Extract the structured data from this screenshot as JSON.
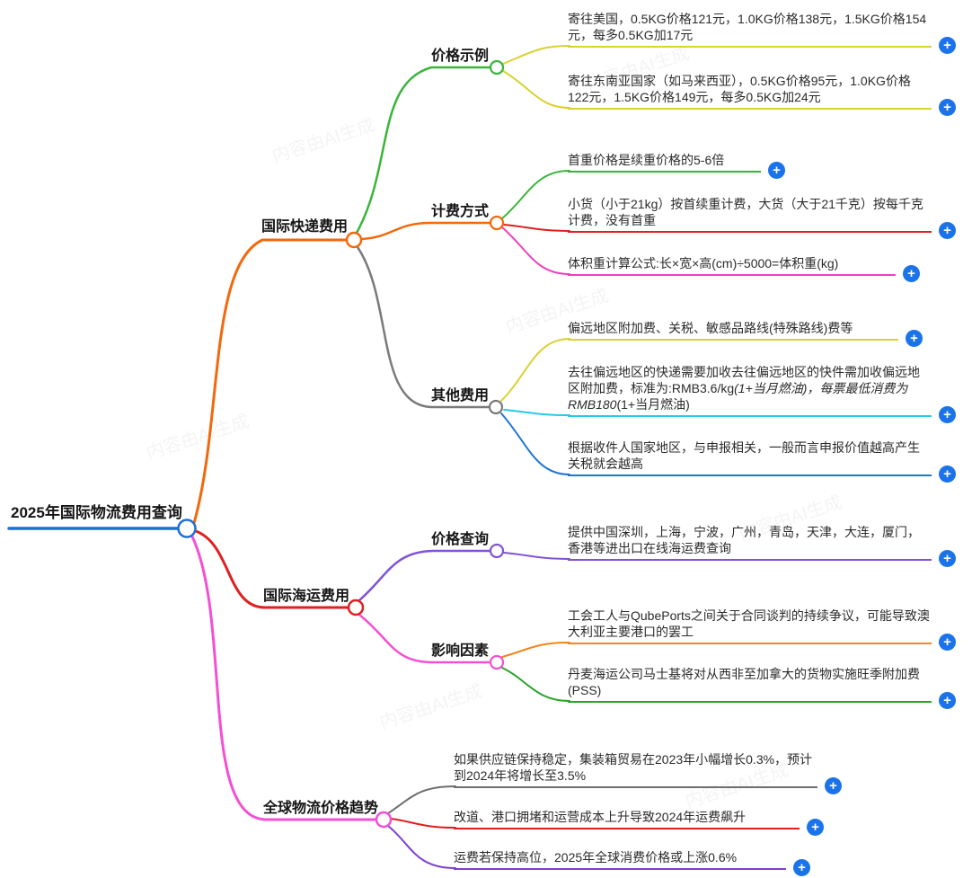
{
  "ui": {
    "plus_glyph": "+",
    "plus_color": "#1a73e8",
    "watermark_text": "内容由AI生成",
    "background": "#ffffff"
  },
  "root": {
    "label": "2025年国际物流费用查询",
    "color": "#1e6fd6"
  },
  "branches": [
    {
      "label": "国际快递费用",
      "color": "#f2680c",
      "children": [
        {
          "label": "价格示例",
          "color": "#3ab53a",
          "leaves": [
            {
              "text": "寄往美国，0.5KG价格121元，1.0KG价格138元，1.5KG价格154元，每多0.5KG加17元",
              "color": "#d9d231"
            },
            {
              "text": "寄往东南亚国家（如马来西亚），0.5KG价格95元，1.0KG价格122元，1.5KG价格149元，每多0.5KG加24元",
              "color": "#d9d231"
            }
          ]
        },
        {
          "label": "计费方式",
          "color": "#f2680c",
          "leaves": [
            {
              "text": "首重价格是续重价格的5-6倍",
              "color": "#3ab53a"
            },
            {
              "text": "小货（小于21kg）按首续重计费，大货（大于21千克）按每千克计费，没有首重",
              "color": "#e01f1f"
            },
            {
              "text": "体积重计算公式:长×宽×高(cm)÷5000=体积重(kg)",
              "color": "#ee3fbe"
            }
          ]
        },
        {
          "label": "其他费用",
          "color": "#7a7a7a",
          "leaves": [
            {
              "text": "偏远地区附加费、关税、敏感品路线(特殊路线)费等",
              "color": "#d9d231"
            },
            {
              "text_pre": "去往偏远地区的快递需要加收去往偏远地区的快件需加收偏远地区附加费，标准为:RMB3.6/kg",
              "text_italic": "(1+当月燃油)，每票最低消费为RMB180",
              "text_post": "(1+当月燃油)",
              "color": "#28c9e8"
            },
            {
              "text": "根据收件人国家地区，与申报相关，一般而言申报价值越高产生关税就会越高",
              "color": "#2176d2"
            }
          ]
        }
      ]
    },
    {
      "label": "国际海运费用",
      "color": "#e01f1f",
      "children": [
        {
          "label": "价格查询",
          "color": "#8153d6",
          "leaves": [
            {
              "text": "提供中国深圳，上海，宁波，广州，青岛，天津，大连，厦门，香港等进出口在线海运费查询",
              "color": "#8153d6"
            }
          ]
        },
        {
          "label": "影响因素",
          "color": "#f44fd4",
          "leaves": [
            {
              "text": "工会工人与QubePorts之间关于合同谈判的持续争议，可能导致澳大利亚主要港口的罢工",
              "color": "#f2861a"
            },
            {
              "text": "丹麦海运公司马士基将对从西非至加拿大的货物实施旺季附加费(PSS)",
              "color": "#2aa42a"
            }
          ]
        }
      ]
    },
    {
      "label": "全球物流价格趋势",
      "color": "#f44fd4",
      "leaves": [
        {
          "text": "如果供应链保持稳定，集装箱贸易在2023年小幅增长0.3%，预计到2024年将增长至3.5%",
          "color": "#6e6e6e"
        },
        {
          "text": "改道、港口拥堵和运营成本上升导致2024年运费飙升",
          "color": "#e01f1f"
        },
        {
          "text": "运费若保持高位，2025年全球消费价格或上涨0.6%",
          "color": "#7d3fd1"
        }
      ]
    }
  ]
}
